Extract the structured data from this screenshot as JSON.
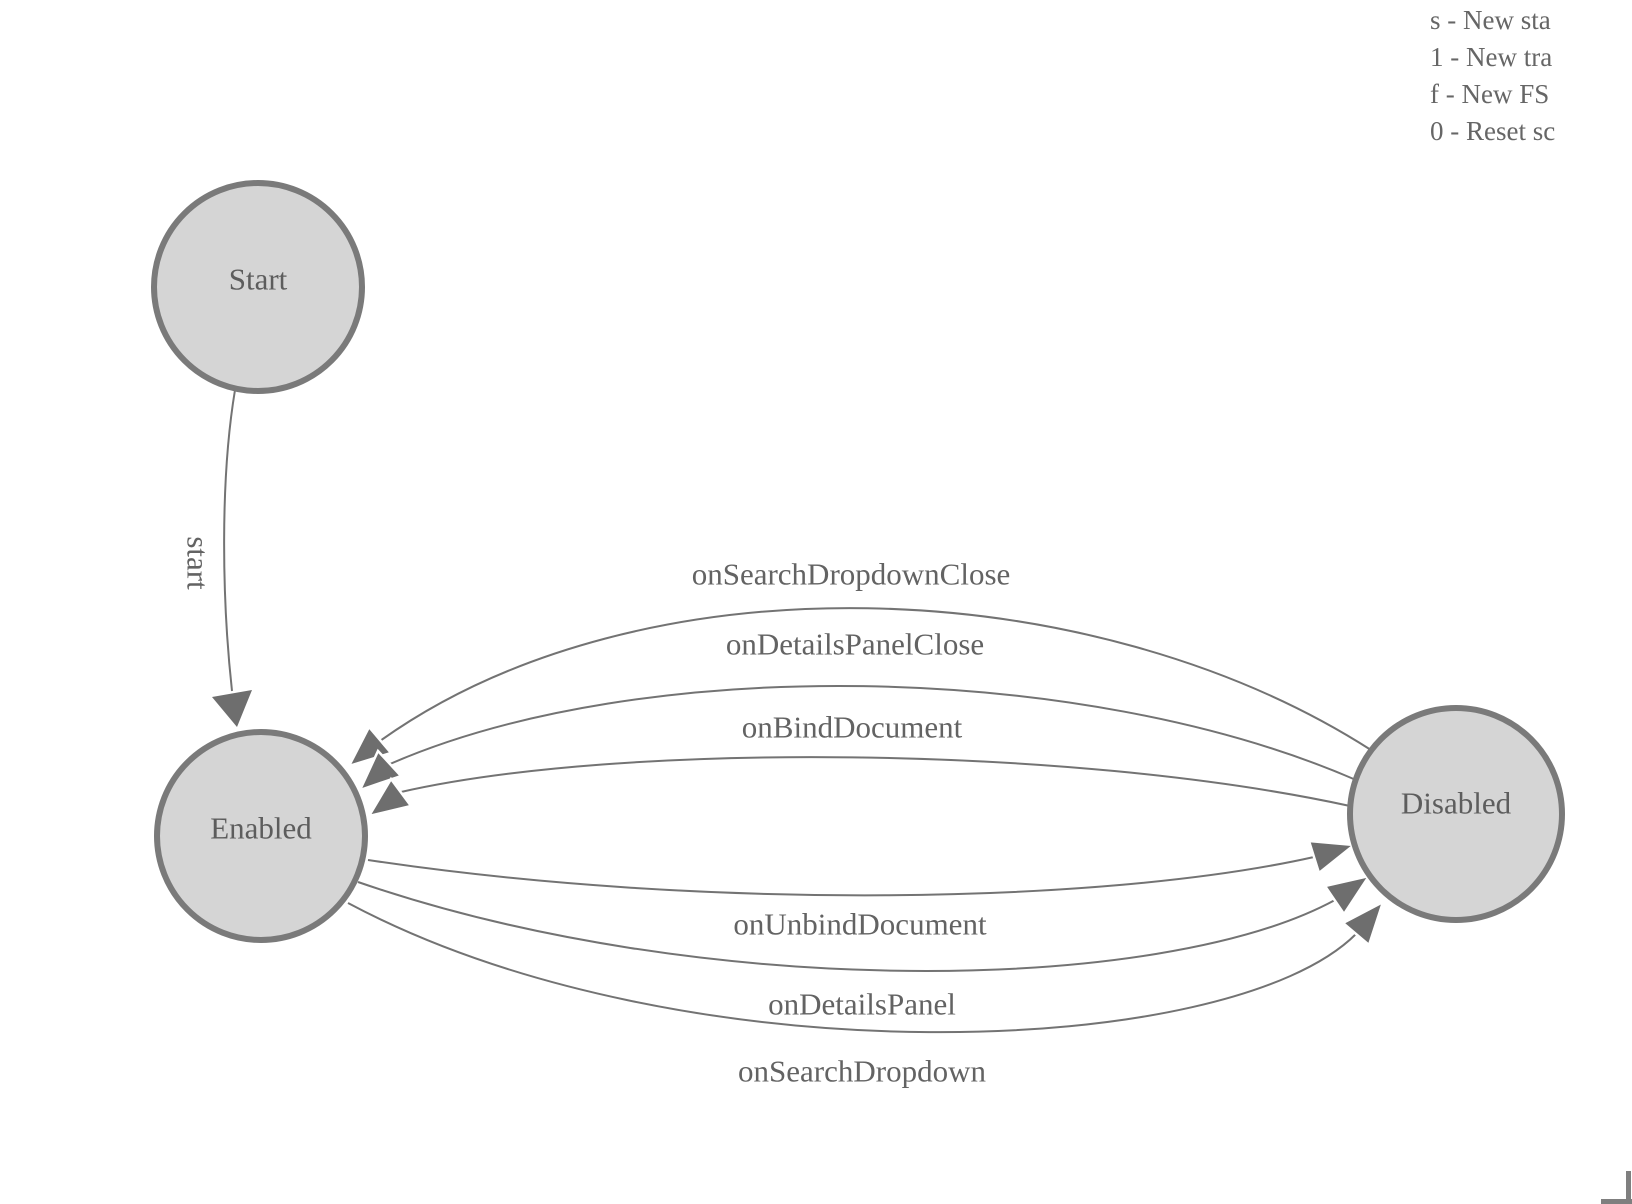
{
  "diagram": {
    "states": [
      {
        "id": "start",
        "label": "Start"
      },
      {
        "id": "enabled",
        "label": "Enabled"
      },
      {
        "id": "disabled",
        "label": "Disabled"
      }
    ],
    "transitions": [
      {
        "label": "start",
        "from": "Start",
        "to": "Enabled"
      },
      {
        "label": "onSearchDropdownClose",
        "from": "Disabled",
        "to": "Enabled"
      },
      {
        "label": "onDetailsPanelClose",
        "from": "Disabled",
        "to": "Enabled"
      },
      {
        "label": "onBindDocument",
        "from": "Disabled",
        "to": "Enabled"
      },
      {
        "label": "onUnbindDocument",
        "from": "Enabled",
        "to": "Disabled"
      },
      {
        "label": "onDetailsPanel",
        "from": "Enabled",
        "to": "Disabled"
      },
      {
        "label": "onSearchDropdown",
        "from": "Enabled",
        "to": "Disabled"
      }
    ]
  },
  "legend": {
    "lines": [
      "s - New sta",
      "1 - New tra",
      "f - New FS",
      "0 - Reset sc"
    ]
  },
  "colors": {
    "background": "#ffffff",
    "node_fill": "#d5d5d5",
    "node_border": "#7a7a7a",
    "edge_line": "#737373",
    "arrowhead": "#6e6e6e",
    "label_text": "#5d5d5d",
    "legend_text": "#666666",
    "corner_mark": "#7f7f7f"
  }
}
